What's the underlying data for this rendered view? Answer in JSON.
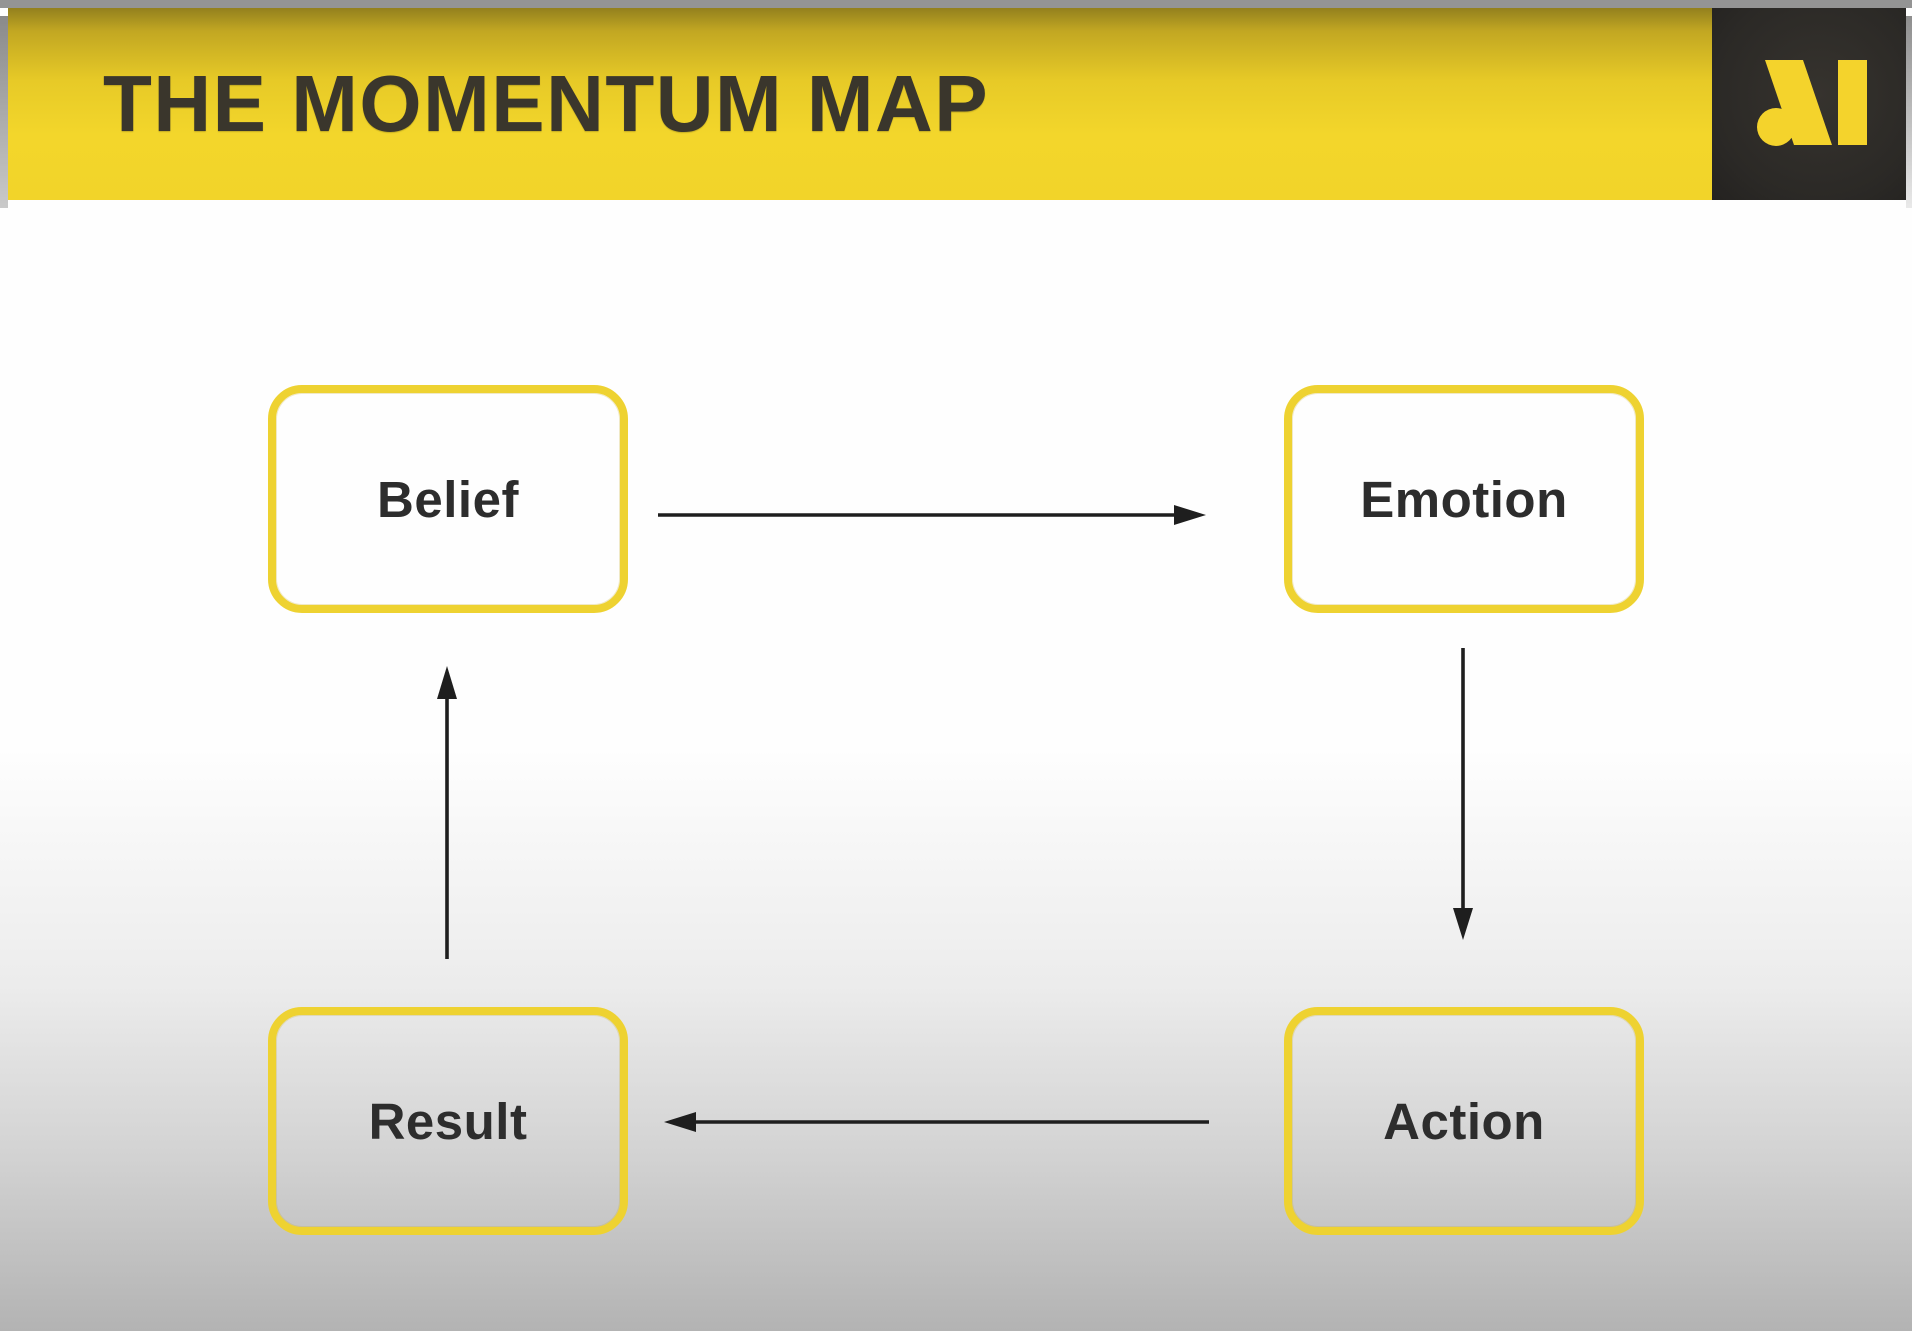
{
  "header": {
    "title": "THE MOMENTUM MAP",
    "logo_icon": "m-mark-logo"
  },
  "diagram": {
    "type": "cycle-flow",
    "nodes": [
      {
        "id": "belief",
        "label": "Belief"
      },
      {
        "id": "emotion",
        "label": "Emotion"
      },
      {
        "id": "result",
        "label": "Result"
      },
      {
        "id": "action",
        "label": "Action"
      }
    ],
    "edges": [
      {
        "from": "Belief",
        "to": "Emotion",
        "direction": "right"
      },
      {
        "from": "Emotion",
        "to": "Action",
        "direction": "down"
      },
      {
        "from": "Action",
        "to": "Result",
        "direction": "left"
      },
      {
        "from": "Result",
        "to": "Belief",
        "direction": "up"
      }
    ]
  },
  "colors": {
    "header_yellow": "#f2d42a",
    "box_border_yellow": "#eed231",
    "logo_background": "#2b2926",
    "logo_mark_yellow": "#f4d32c",
    "arrow_black": "#1e1e1e",
    "title_text": "#3a362c",
    "label_text": "#2d2d2d",
    "bottom_gray": "#b3b3b3"
  }
}
